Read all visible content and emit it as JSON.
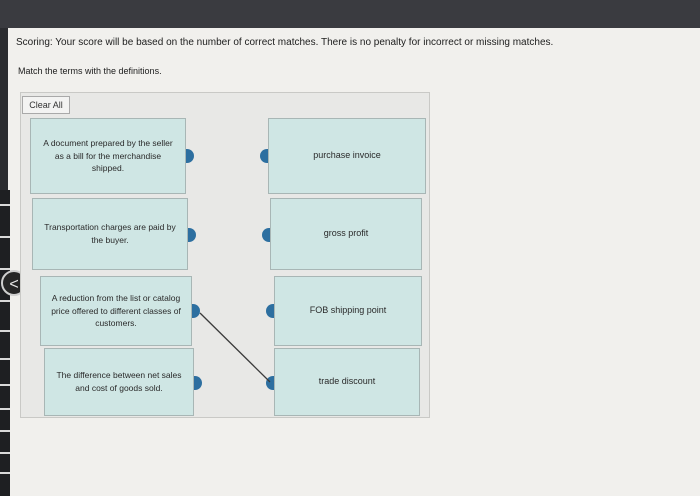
{
  "scoring_text": "Scoring: Your score will be based on the number of correct matches. There is no penalty for incorrect or missing matches.",
  "instruction_text": "Match the terms with the definitions.",
  "clear_all_label": "Clear All",
  "back_icon_glyph": "<",
  "definitions": [
    "A document prepared by the seller as a bill for the merchandise shipped.",
    "Transportation charges are paid by the buyer.",
    "A reduction from the list or catalog price offered to different classes of customers.",
    "The difference between net sales and cost of goods sold."
  ],
  "terms": [
    "purchase invoice",
    "gross profit",
    "FOB shipping point",
    "trade discount"
  ],
  "matches": [
    {
      "definition_index": 2,
      "term_index": 3
    }
  ],
  "colors": {
    "card_fill": "#cfe6e4",
    "connector": "#2d6fa0",
    "page_bg": "#f1f0ed"
  }
}
